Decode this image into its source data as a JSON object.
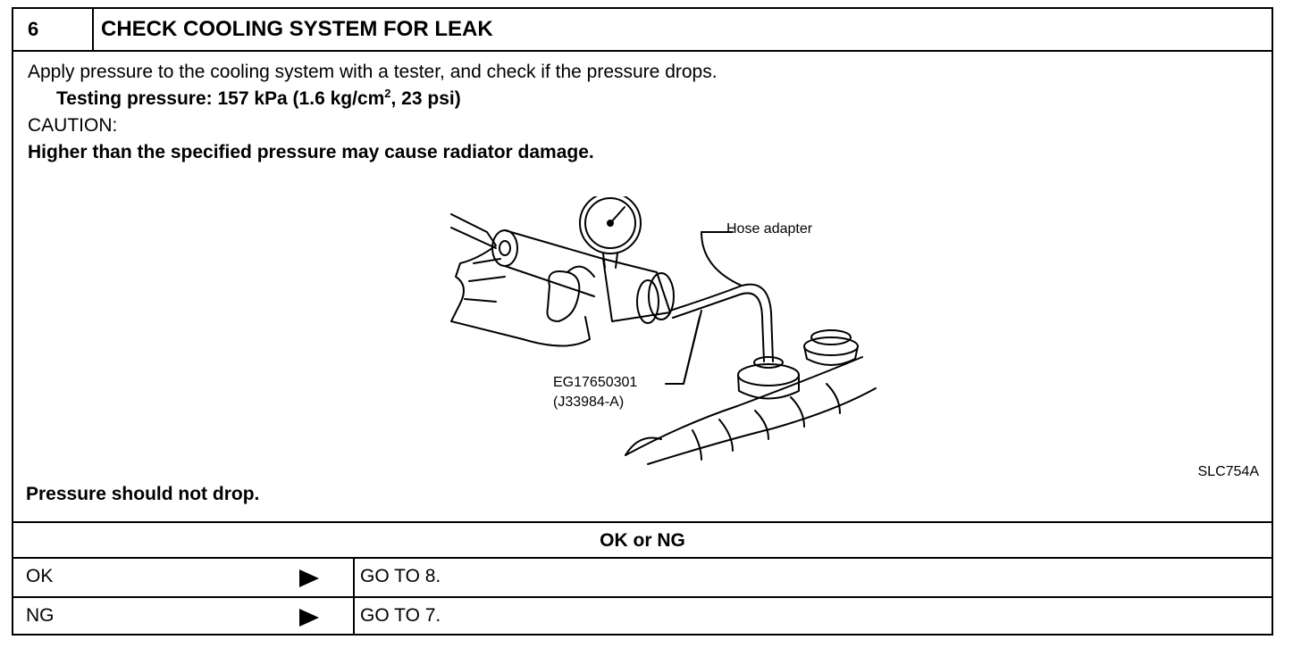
{
  "header": {
    "step_number": "6",
    "title": "CHECK COOLING SYSTEM FOR LEAK"
  },
  "body": {
    "instruction": "Apply pressure to the cooling system with a tester, and check if the pressure drops.",
    "testing_pressure_pre": "Testing pressure: 157 kPa (1.6 kg/cm",
    "testing_pressure_sup": "2",
    "testing_pressure_post": ", 23 psi)",
    "caution_label": "CAUTION:",
    "caution_text": "Higher than the specified pressure may cause radiator damage."
  },
  "figure": {
    "hose_label": "Hose adapter",
    "tool_number": "EG17650301",
    "tool_alt": "(J33984-A)",
    "code": "SLC754A"
  },
  "result": "Pressure should not drop.",
  "decision": {
    "title": "OK or NG",
    "rows": [
      {
        "label": "OK",
        "action": "GO TO 8."
      },
      {
        "label": "NG",
        "action": "GO TO 7."
      }
    ]
  }
}
